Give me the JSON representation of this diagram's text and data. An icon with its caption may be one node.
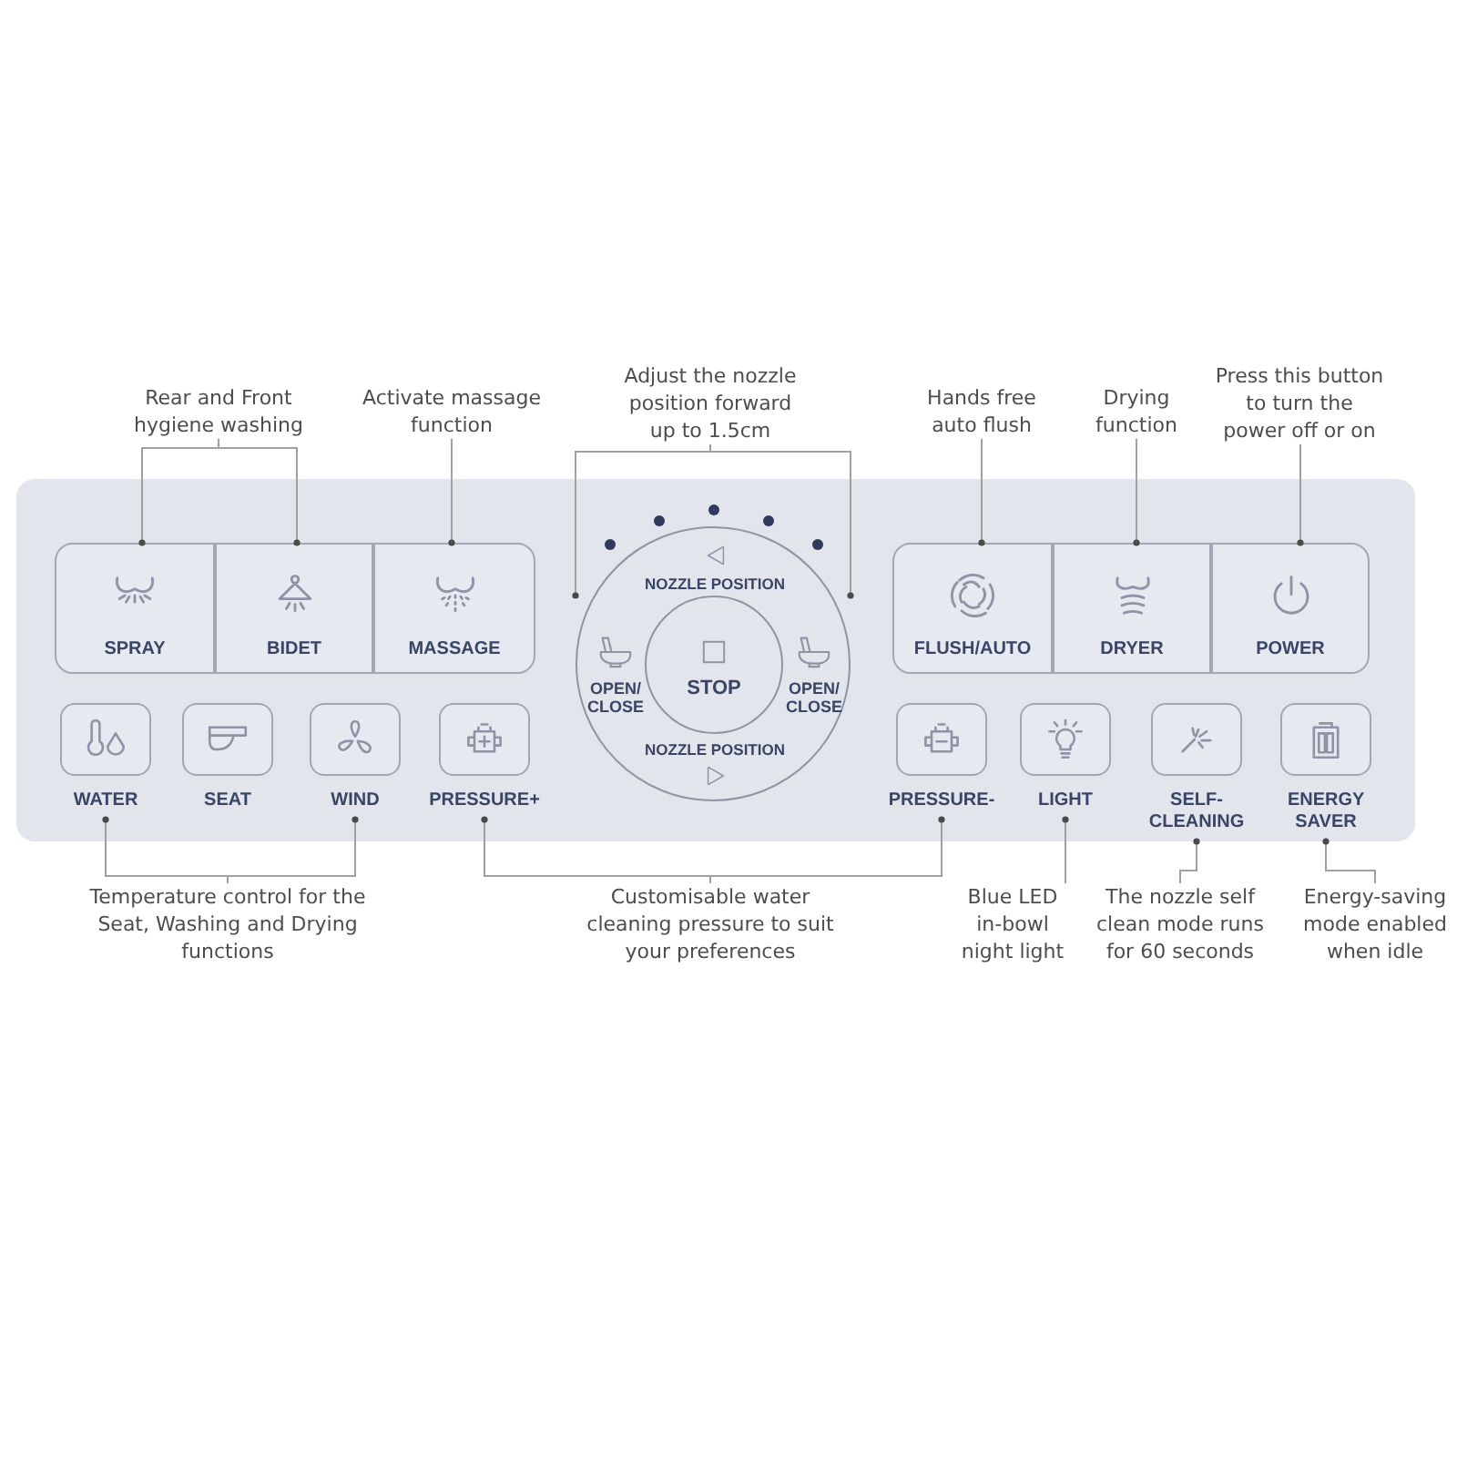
{
  "diagram": {
    "nodes": [
      {
        "text": [
          "Rear and Front hygiene washing"
        ]
      },
      {
        "text": [
          "Activate massage function"
        ]
      },
      {
        "text": [
          "Adjust the nozzle position forward up to 1.5cm"
        ]
      },
      {
        "text": [
          "Hands free auto flush"
        ]
      },
      {
        "text": [
          "Drying function"
        ]
      },
      {
        "text": [
          "Press this button to turn the power off or on"
        ]
      },
      {
        "text": [],
        "shape": "box"
      },
      {
        "text": [
          "SPRAY"
        ],
        "in": 6
      },
      {
        "text": [
          "BIDET"
        ],
        "in": 6
      },
      {
        "text": [
          "MASSAGE"
        ],
        "in": 6
      },
      {
        "text": [
          "NOZZLE POSITION",
          "OPEN/ CLOSE",
          "OPEN/ CLOSE",
          "NOZZLE POSITION"
        ],
        "in": 6
      },
      {
        "text": [
          "STOP"
        ],
        "in": 10
      },
      {
        "text": [
          "FLUSH/AUTO"
        ],
        "in": 6
      },
      {
        "text": [
          "DRYER"
        ],
        "in": 6
      },
      {
        "text": [
          "POWER"
        ],
        "in": 6
      },
      {
        "text": [
          "WATER"
        ],
        "in": 6
      },
      {
        "text": [
          "SEAT"
        ],
        "in": 6
      },
      {
        "text": [
          "WIND"
        ],
        "in": 6
      },
      {
        "text": [
          "PRESSURE+"
        ],
        "in": 6
      },
      {
        "text": [
          "PRESSURE-"
        ],
        "in": 6
      },
      {
        "text": [
          "LIGHT"
        ],
        "in": 6
      },
      {
        "text": [
          "SELF- CLEANING"
        ],
        "in": 6
      },
      {
        "text": [
          "ENERGY SAVER"
        ],
        "in": 6
      },
      {
        "text": [
          "Temperature control for the Seat, Washing and Drying functions"
        ]
      },
      {
        "text": [
          "Customisable water cleaning pressure to suit your preferences"
        ]
      },
      {
        "text": [
          "Blue LED in-bowl night light"
        ]
      },
      {
        "text": [
          "The nozzle self clean mode runs for 60 seconds"
        ]
      },
      {
        "text": [
          "Energy-saving mode enabled when idle"
        ]
      }
    ],
    "edges": [
      {
        "from": 0,
        "to": 7,
        "arrow": "other"
      },
      {
        "from": 0,
        "to": 8,
        "arrow": "other"
      },
      {
        "from": 1,
        "to": 9,
        "arrow": "other"
      },
      {
        "from": 2,
        "to": 10,
        "arrow": "other"
      },
      {
        "from": 2,
        "to": 10,
        "arrow": "other"
      },
      {
        "from": 3,
        "to": 12,
        "arrow": "other"
      },
      {
        "from": 4,
        "to": 13,
        "arrow": "other"
      },
      {
        "from": 5,
        "to": 14,
        "arrow": "other"
      },
      {
        "from": 23,
        "to": 15,
        "arrow": "other"
      },
      {
        "from": 23,
        "to": 17,
        "arrow": "other"
      },
      {
        "from": 24,
        "to": 18,
        "arrow": "other"
      },
      {
        "from": 24,
        "to": 19,
        "arrow": "other"
      },
      {
        "from": 25,
        "to": 20,
        "arrow": "other"
      },
      {
        "from": 26,
        "to": 21,
        "arrow": "other"
      },
      {
        "from": 27,
        "to": 22,
        "arrow": "other"
      }
    ]
  }
}
